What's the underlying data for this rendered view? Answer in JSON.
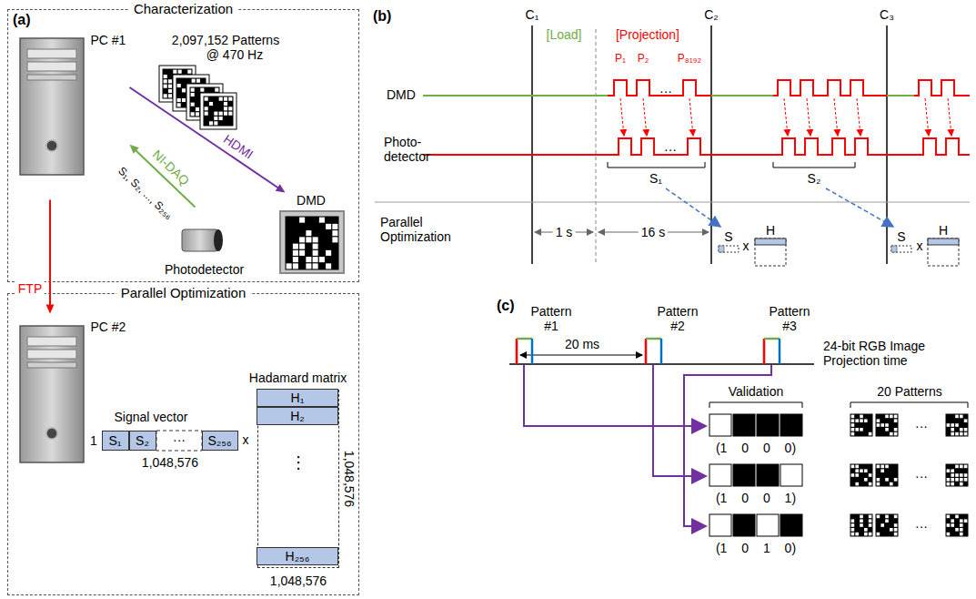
{
  "diagram": {
    "nodes": [
      {
        "text": [
          "Characterization"
        ]
      },
      {
        "text": [
          "Parallel Optimization"
        ]
      },
      {
        "text": [
          "PC #1"
        ],
        "in": 0
      },
      {
        "text": [
          "Photodetector"
        ],
        "in": 0
      },
      {
        "text": [
          "DMD"
        ],
        "in": 0
      },
      {
        "text": [
          "PC #2"
        ],
        "in": 1
      },
      {
        "text": [
          "Signal vector"
        ],
        "in": 1
      },
      {
        "text": [
          "S₁"
        ],
        "in": 6
      },
      {
        "text": [
          "S₂"
        ],
        "in": 6
      },
      {
        "text": [
          "S₂₅₆"
        ],
        "in": 6
      },
      {
        "text": [
          "Hadamard matrix"
        ],
        "in": 1
      },
      {
        "text": [
          "H₁"
        ],
        "in": 10
      },
      {
        "text": [
          "H₂"
        ],
        "in": 10
      },
      {
        "text": [
          "H₂₅₆"
        ],
        "in": 10
      }
    ],
    "edges": [
      {
        "from": 2,
        "to": 4,
        "arrow": "to",
        "label": "HDMI"
      },
      {
        "from": 3,
        "to": 2,
        "arrow": "to",
        "label": "NI-DAQ"
      },
      {
        "from": 2,
        "to": 5,
        "arrow": "to",
        "label": "FTP"
      }
    ],
    "labels": [
      "(a)",
      "2,097,152 Patterns",
      "@ 470 Hz",
      "S₁, S₂, ..., S₂₅₆",
      "1",
      "···",
      "1,048,576",
      "x",
      "⋮",
      "1,048,576",
      "1,048,576",
      "(b)",
      "C₁",
      "C₂",
      "C₃",
      "[Load]",
      "[Projection]",
      "P₁",
      "P₂",
      "P₈₁₉₂",
      "DMD",
      "···",
      "Photo- detector",
      "···",
      "Parallel Optimization",
      "1 s",
      "16 s",
      "S₁",
      "S₂",
      "S",
      "x",
      "H",
      "S",
      "x",
      "H",
      "(c)",
      "Pattern #1",
      "Pattern #2",
      "Pattern #3",
      "20 ms",
      "24-bit RGB Image Projection time",
      "Validation",
      "20 Patterns",
      "(1 0 0 0)",
      "(1 0 0 1)",
      "(1 0 1 0)",
      "···",
      "···",
      "···"
    ]
  }
}
